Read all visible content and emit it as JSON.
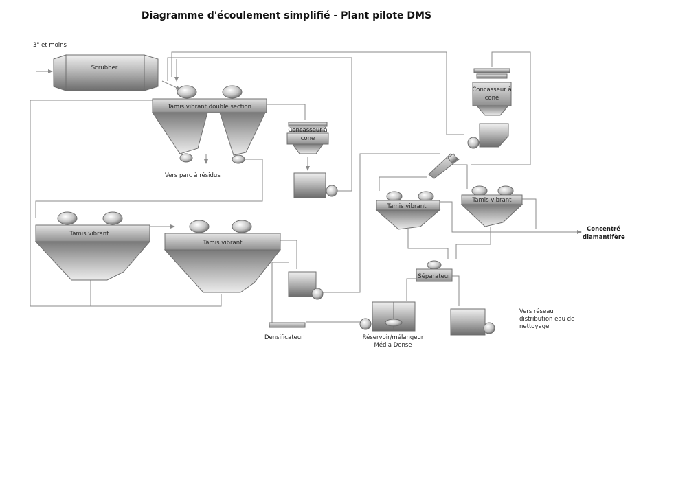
{
  "title": "Diagramme d'écoulement simplifié - Plant pilote DMS",
  "labels": {
    "feed": "3\" et moins",
    "scrubber": "Scrubber",
    "double_screen": "Tamis vibrant double section",
    "tailings": "Vers parc à résidus",
    "cone_crusher_1_l1": "Concasseur à",
    "cone_crusher_1_l2": "cone",
    "cone_crusher_2_l1": "Concasseur à",
    "cone_crusher_2_l2": "cone",
    "screen_left": "Tamis vibrant",
    "screen_mid": "Tamis vibrant",
    "screen_right_a": "Tamis vibrant",
    "screen_right_b": "Tamis vibrant",
    "concentrate_l1": "Concentré",
    "concentrate_l2": "diamantifère",
    "separator": "Séparateur",
    "water_l1": "Vers réseau",
    "water_l2": "distribution eau de",
    "water_l3": "nettoyage",
    "densifier": "Densificateur",
    "dense_media_l1": "Réservoir/mélangeur",
    "dense_media_l2": "Média Dense"
  },
  "colors": {
    "equipment_dark": "#6a6a6a",
    "equipment_light": "#e6e6e6",
    "pipe": "#8a8a8a",
    "text": "#222222"
  }
}
